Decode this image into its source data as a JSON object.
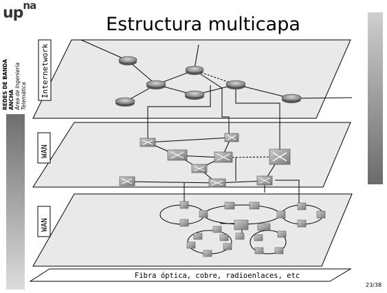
{
  "logo": {
    "text": "upna"
  },
  "sidebar": {
    "line1": "REDES DE BANDA ANCHA",
    "line2": "Área de Ingeniería Telemática"
  },
  "title": "Estructura multicapa",
  "layers": [
    {
      "label": "Internetwork"
    },
    {
      "label": "WAN"
    },
    {
      "label": "WAN"
    }
  ],
  "fiber_label": "Fibra óptica, cobre, radioenlaces, etc",
  "page_number": "23/38",
  "colors": {
    "plane_fill": "#e9e9e9",
    "router": "#8c8c8c",
    "switch": "#9a9a9a",
    "side_bar": "#777777"
  }
}
